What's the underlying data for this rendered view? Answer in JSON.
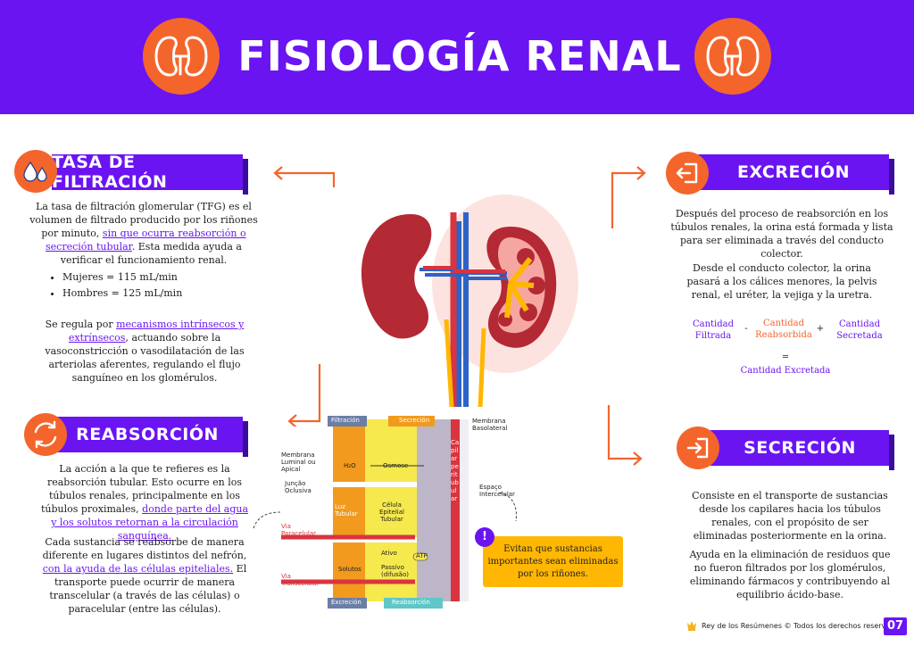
{
  "header": {
    "title": "FISIOLOGÍA RENAL"
  },
  "tasa": {
    "title": "TASA DE FILTRACIÓN",
    "p1a": "La tasa de filtración glomerular (TFG) es el volumen de filtrado producido por los riñones por minuto,",
    "p1hl": "sin que ocurra reabsorción o secreción tubular",
    "p1b": ". Esta medida ayuda a verificar el funcionamiento renal.",
    "bullets": [
      "Mujeres = 115 mL/min",
      "Hombres = 125 mL/min"
    ],
    "p2a": "Se regula por",
    "p2hl": "mecanismos intrínsecos y extrínsecos",
    "p2b": ", actuando sobre la vasoconstricción o vasodilatación de las arteriolas aferentes, regulando el flujo sanguíneo en los glomérulos."
  },
  "reabsorcion": {
    "title": "REABSORCIÓN",
    "p1a": "La acción a la que te refieres es la reabsorción tubular. Esto ocurre en los túbulos renales, principalmente en los túbulos proximales,",
    "p1hl": "donde parte del agua y los solutos retornan a la circulación sanguínea.",
    "p2a": "Cada sustancia se reabsorbe de manera diferente en lugares distintos del nefrón,",
    "p2hl": "con la ayuda de las células epiteliales.",
    "p2b": "El transporte puede ocurrir de manera transcelular (a través de las células) o paracelular (entre las células)."
  },
  "excrecion": {
    "title": "EXCRECIÓN",
    "p1": "Después del proceso de reabsorción en los túbulos renales, la orina está formada y lista para ser eliminada a través del conducto colector.",
    "p2": "Desde el conducto colector, la orina pasará a los cálices menores, la pelvis renal, el uréter, la vejiga y la uretra.",
    "formula": {
      "a": "Cantidad Filtrada",
      "minus": "-",
      "b": "Cantidad Reabsorbida",
      "plus": "+",
      "c": "Cantidad Secretada",
      "eq": "=",
      "result": "Cantidad Excretada"
    }
  },
  "secrecion": {
    "title": "SECRECIÓN",
    "p1": "Consiste en el transporte de sustancias desde los capilares hacia los túbulos renales, con el propósito de ser eliminadas posteriormente en la orina.",
    "p2": "Ayuda en la eliminación de residuos que no fueron filtrados por los glomérulos, eliminando fármacos y contribuyendo al equilibrio ácido-base."
  },
  "note": {
    "badge": "!",
    "text": "Evitan que sustancias importantes sean eliminadas por los riñones."
  },
  "diagram": {
    "filtracion": "Filtración",
    "secrecion": "Secreción",
    "excrecion": "Excreción",
    "reabsorcion": "Reabsorción",
    "membrana_basolateral": "Membrana Basolateral",
    "membrana_luminal": "Membrana Luminal ou Apical",
    "juncao": "Junção Oclusiva",
    "espaco": "Espaço Intercelular",
    "h2o": "H₂O",
    "osmose": "Osmose",
    "luz": "Luz Tubular",
    "celula": "Célula Epitelial Tubular",
    "via_para": "Via Paracelular",
    "via_trans": "Via Transcelular",
    "solutos": "Solutos",
    "ativo": "Ativo",
    "atp": "ATP",
    "passivo": "Passivo (difusão)",
    "capilar": "Capilar peritubular"
  },
  "footer": {
    "text": "Rey de los Resúmenes © Todos los derechos reservados",
    "page": "07"
  },
  "colors": {
    "purple": "#6a14f2",
    "orange": "#f4652c",
    "yellow": "#ffb703"
  }
}
